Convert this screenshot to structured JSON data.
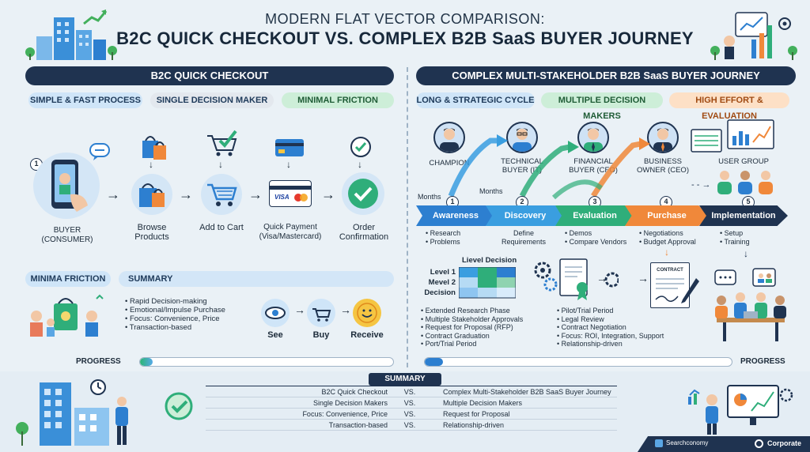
{
  "header": {
    "title_top": "MODERN FLAT VECTOR COMPARISON:",
    "title_main": "B2C QUICK CHECKOUT VS. COMPLEX B2B SaaS BUYER JOURNEY"
  },
  "b2c": {
    "banner": "B2C QUICK CHECKOUT",
    "pills": [
      "SIMPLE & FAST PROCESS",
      "SINGLE DECISION MAKER",
      "MINIMAL FRICTION"
    ],
    "step_number": "1",
    "steps": [
      {
        "label": "BUYER\n(CONSUMER)"
      },
      {
        "label": "Browse\nProducts"
      },
      {
        "label": "Add to Cart"
      },
      {
        "label": "Quick Payment\n(Visa/Mastercard)"
      },
      {
        "label": "Order\nConfirmation"
      }
    ],
    "card_brand": "VISA",
    "friction_pill": "MINIMA FRICTION",
    "summary_pill": "SUMMARY",
    "bullets": [
      "Rapid Decision-making",
      "Emotional/Impulse Purchase",
      "Focus: Convenience, Price",
      "Transaction-based"
    ],
    "mini_flow": [
      "See",
      "Buy",
      "Receive"
    ],
    "progress_label": "PROGRESS",
    "progress": 0.05
  },
  "b2b": {
    "banner": "COMPLEX MULTI-STAKEHOLDER B2B SaaS BUYER JOURNEY",
    "pills": [
      "LONG & STRATEGIC CYCLE",
      "MULTIPLE DECISION MAKERS",
      "HIGH EFFORT & EVALUATION"
    ],
    "stakeholders": [
      "CHAMPION",
      "TECHNICAL\nBUYER (IT)",
      "FINANCIAL\nBUYER (CFO)",
      "BUSINESS\nOWNER (CEO)",
      "USER GROUP"
    ],
    "months": [
      "Months",
      "Months"
    ],
    "stage_numbers": [
      "1",
      "2",
      "3",
      "4",
      "5"
    ],
    "stages": [
      "Awareness",
      "Discovery",
      "Evaluation",
      "Purchase",
      "Implementation"
    ],
    "stage_colors": [
      "#2d7fd0",
      "#3a9ee0",
      "#2fae7a",
      "#f0883a",
      "#1f3350"
    ],
    "stage_details": [
      [
        "Research",
        "Problems"
      ],
      [
        "Define",
        "Requirements"
      ],
      [
        "Demos",
        "Compare Vendors"
      ],
      [
        "Negotiations",
        "Budget Approval"
      ],
      [
        "Setup",
        "Training"
      ]
    ],
    "matrix_title": "Lievel Decision",
    "matrix_rows": [
      "Level 1",
      "Mevel 2",
      "Decision"
    ],
    "contract_label": "CONTRACT",
    "bullets_left": [
      "Extended Research Phase",
      "Multiple Stakeholder Approvals",
      "Request for Proposal (RFP)",
      "Contract Graduation",
      "Port/Trial Period"
    ],
    "bullets_right": [
      "Pilot/Trial Period",
      "Legal Review",
      "Contract Negotiation",
      "Focus: ROI, Integration, Support",
      "Relationship-driven"
    ],
    "progress_label": "PROGRESS",
    "progress": 0.06
  },
  "summary": {
    "title": "SUMMARY",
    "rows": [
      {
        "left": "B2C Quick Checkout",
        "vs": "VS.",
        "right": "Complex Multi-Stakeholder B2B SaaS Buyer Journey"
      },
      {
        "left": "Single Decision Makers",
        "vs": "VS.",
        "right": "Multiple Decision Makers"
      },
      {
        "left": "Focus: Convenience, Price",
        "vs": "VS.",
        "right": "Request for Proposal"
      },
      {
        "left": "Transaction-based",
        "vs": "VS.",
        "right": "Relationship-driven"
      }
    ]
  },
  "footer": {
    "brand1": "Searchconomy",
    "brand2": "Corporate"
  }
}
